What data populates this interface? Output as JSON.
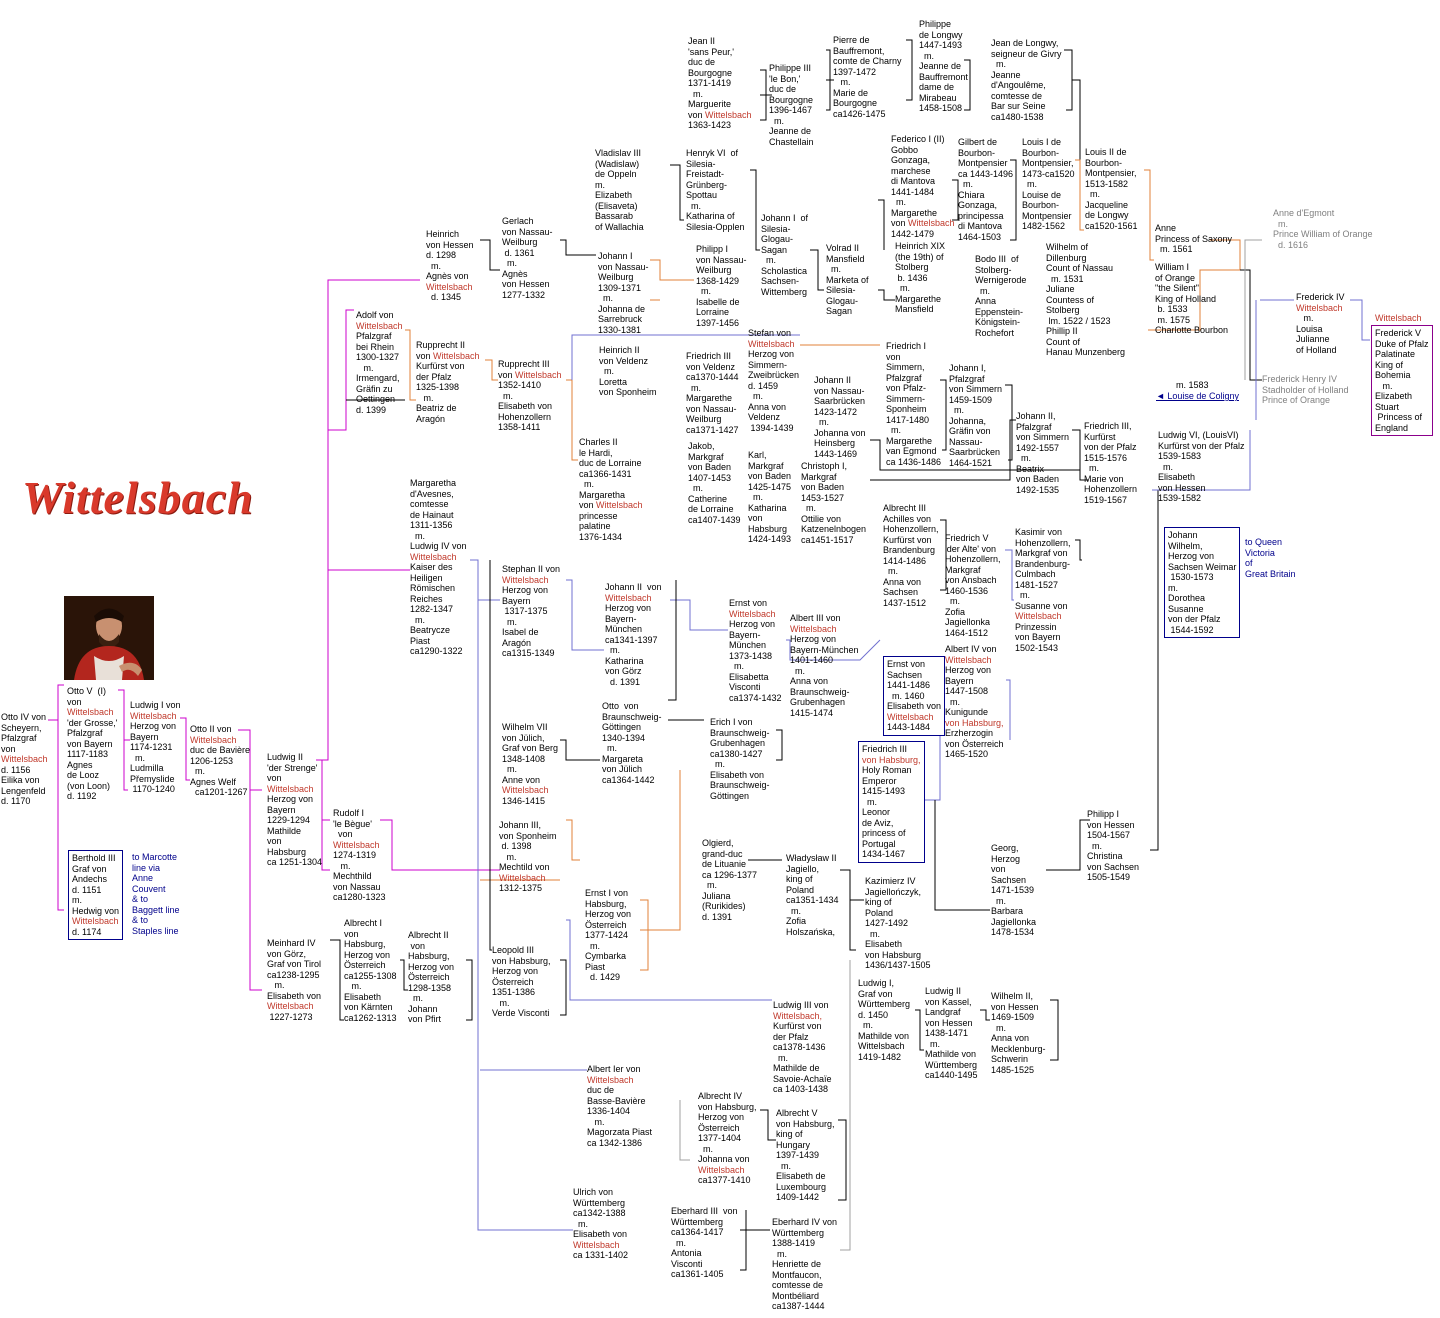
{
  "title": "Wittelsbach",
  "colors": {
    "title": "#d9392b",
    "highlight": "#c0392b",
    "link_blue": "#00008b",
    "line_black": "#000000",
    "line_magenta": "#cc00cc",
    "line_purple": "#7070d0",
    "line_orange": "#e0803a",
    "line_grey": "#a0a0a0"
  },
  "portrait": {
    "alt": "portrait-image"
  },
  "people": [
    {
      "id": "otto4",
      "text": "Otto IV von\nScheyern,\nPfalzgraf\nvon\n{W}\nd. 1156\nEilika von\nLengenfeld\nd. 1170"
    },
    {
      "id": "otto5",
      "text": "Otto V  (I)\nvon\n{W}\n'der Grosse,'\nPfalzgraf\nvon Bayern\n1117-1183\nAgnes\nde Looz\n(von Loon)\nd. 1192"
    },
    {
      "id": "berthold",
      "text": "Berthold III\nGraf von\nAndechs\nd. 1151\nm.\nHedwig von\n{W}\nd. 1174"
    },
    {
      "id": "marcotte",
      "text": "to Marcotte\nline via\nAnne\nCouvent\n& to\nBaggett line\n& to\nStaples line"
    },
    {
      "id": "ludwig1",
      "text": "Ludwig I von\n{W}\nHerzog von\nBayern\n1174-1231\n  m.\nLudmilla\nPřemyslide\n 1170-1240"
    },
    {
      "id": "otto2",
      "text": "Otto II von\n{W}\nduc de Bavière\n1206-1253\n  m.\nAgnes Welf\n  ca1201-1267"
    },
    {
      "id": "ludwig2",
      "text": "Ludwig II\n'der Strenge'\nvon\n{W}\nHerzog von\nBayern\n1229-1294\nMathilde\nvon\nHabsburg\nca 1251-1304"
    },
    {
      "id": "meinhard",
      "text": "Meinhard IV\nvon Görz,\nGraf von Tirol\nca1238-1295\n   m.\nElisabeth von\n{W}\n 1227-1273"
    },
    {
      "id": "rudolf1",
      "text": "Rudolf I\n'le Bègue'\n  von\n{W}\n1274-1319\n   m.\nMechthild\nvon Nassau\nca1280-1323"
    },
    {
      "id": "adolf",
      "text": "Adolf von\n{W}\nPfalzgraf\nbei Rhein\n1300-1327\n   m.\nIrmengard,\nGräfin zu\nOettingen\nd. 1399"
    },
    {
      "id": "heinrich_hessen",
      "text": "Heinrich\nvon Hessen\nd. 1298\n  m.\nAgnès von\n{W}\n  d. 1345"
    },
    {
      "id": "gerlach",
      "text": "Gerlach\nvon Nassau-\nWeilburg\n d. 1361\n  m.\nAgnès\nvon Hessen\n1277-1332"
    },
    {
      "id": "rupprecht2",
      "text": "Rupprecht II\nvon {W}\nKurfürst von\nder Pfalz\n1325-1398\n   m.\nBeatriz de\nAragón"
    },
    {
      "id": "rupprecht3",
      "text": "Rupprecht III\nvon {W}\n1352-1410\n  m.\nElisabeth von\nHohenzollern\n1358-1411"
    },
    {
      "id": "margaretha_av",
      "text": "Margaretha\nd'Avesnes,\ncomtesse\nde Hainaut\n1311-1356\n  m.\nLudwig IV von\n{W}\nKaiser des\nHeiligen\nRömischen\nReiches\n1282-1347\n  m.\nBeatrycze\nPiast\nca1290-1322"
    },
    {
      "id": "stephan2",
      "text": "Stephan II von\n{W}\nHerzog von\nBayern\n 1317-1375\n  m.\nIsabel de\nAragón\nca1315-1349"
    },
    {
      "id": "albrecht1",
      "text": "Albrecht I\nvon\nHabsburg,\nHerzog von\nÖsterreich\nca1255-1308\n   m.\nElisabeth\nvon Kärnten\nca1262-1313"
    },
    {
      "id": "albrecht2",
      "text": "Albrecht II\n von\nHabsburg,\nHerzog von\nÖsterreich\n1298-1358\n  m.\nJohann\nvon Pfirt"
    },
    {
      "id": "leopold3",
      "text": "Leopold III\nvon Habsburg,\nHerzog von\nÖsterreich\n1351-1386\n   m.\nVerde Visconti"
    },
    {
      "id": "wilhelm7",
      "text": "Wilhelm VII\nvon Jülich,\nGraf von Berg\n1348-1408\n  m.\nAnne von\n{W}\n1346-1415"
    },
    {
      "id": "johann3",
      "text": "Johann III,\nvon Sponheim\n d. 1398\n   m.\nMechtild von\n{W}\n1312-1375"
    },
    {
      "id": "vladislav3",
      "text": "Vladislav III\n(Wadislaw)\nde Oppeln\nm.\nElizabeth\n(Elisaveta)\nBassarab\nof Wallachia"
    },
    {
      "id": "johann1_nassau",
      "text": "Johann I\nvon Nassau-\nWeilburg\n1309-1371\n  m.\nJohanna de\nSarrebruck\n1330-1381"
    },
    {
      "id": "heinrich2_veldenz",
      "text": "Heinrich II\nvon Veldenz\n  m.\nLoretta\nvon Sponheim"
    },
    {
      "id": "charles2",
      "text": "Charles II\nle Hardi,\nduc de Lorraine\nca1366-1431\n  m.\nMargaretha\nvon {W}\nprincesse\npalatine\n1376-1434"
    },
    {
      "id": "johann2_bayern",
      "text": "Johann II  von\n{W}\nHerzog von\nBayern-\nMünchen\nca1341-1397\n  m.\nKatharina\nvon Görz\n  d. 1391"
    },
    {
      "id": "otto_braun",
      "text": "Otto  von\nBraunschweig-\nGöttingen\n1340-1394\n  m.\nMargareta\nvon Jülich\nca1364-1442"
    },
    {
      "id": "ernst1_habs",
      "text": "Ernst I von\nHabsburg,\nHerzog von\nÖsterreich\n1377-1424\n  m.\nCymbarka\nPiast\n  d. 1429"
    },
    {
      "id": "albert1",
      "text": "Albert Ier von\n{W}\nduc de\nBasse-Bavière\n1336-1404\n   m.\nMagorzata Piast\nca 1342-1386"
    },
    {
      "id": "ulrich",
      "text": "Ulrich von\nWürttemberg\nca1342-1388\n  m.\nElisabeth von\n{W}\nca 1331-1402"
    },
    {
      "id": "jean2",
      "text": "Jean II\n'sans Peur,'\nduc de\nBourgogne\n1371-1419\n  m.\nMarguerite\nvon {W}\n1363-1423"
    },
    {
      "id": "philippe3",
      "text": "Philippe III\n'le Bon,'\nduc de\nBourgogne\n1396-1467\n  m.\nJeanne de\nChastellain"
    },
    {
      "id": "henryk6",
      "text": "Henryk VI  of\nSilesia-\nFreistadt-\nGrünberg-\nSpottau\n  m.\nKatharina of\nSilesia-Opplen"
    },
    {
      "id": "philipp1_nassau",
      "text": "Philipp I\nvon Nassau-\nWeilburg\n1368-1429\n  m.\nIsabelle de\nLorraine\n1397-1456"
    },
    {
      "id": "friedrich3_veldenz",
      "text": "Friedrich III\nvon Veldenz\nca1370-1444\n  m.\nMargarethe\nvon Nassau-\nWeilburg\nca1371-1427"
    },
    {
      "id": "jakob",
      "text": "Jakob,\nMarkgraf\nvon Baden\n1407-1453\n  m.\nCatherine\nde Lorraine\nca1407-1439"
    },
    {
      "id": "ernst_bayern",
      "text": "Ernst von\n{W}\nHerzog von\nBayern-\nMünchen\n1373-1438\n  m.\nElisabetta\nVisconti\nca1374-1432"
    },
    {
      "id": "erich1",
      "text": "Erich I von\nBraunschweig-\nGrubenhagen\nca1380-1427\n  m.\nElisabeth von\nBraunschweig-\nGöttingen"
    },
    {
      "id": "olgierd",
      "text": "Olgierd,\ngrand-duc\nde Lituanie\nca 1296-1377\n  m.\nJuliana\n(Rurikides)\nd. 1391"
    },
    {
      "id": "ludwig3",
      "text": "Ludwig III von\n{W2}\nKurfürst von\nder Pfalz\nca1378-1436\n  m.\nMathilde de\nSavoie-Achaïe\nca 1403-1438"
    },
    {
      "id": "albrecht4",
      "text": "Albrecht IV\nvon Habsburg,\nHerzog von\nÖsterreich\n1377-1404\n  m.\nJohanna von\n{W}\nca1377-1410"
    },
    {
      "id": "eberhard3",
      "text": "Eberhard III  von\nWürttemberg\nca1364-1417\n  m.\nAntonia\nVisconti\nca1361-1405"
    },
    {
      "id": "pierre",
      "text": "Pierre de\nBauffremont,\ncomte de Charny\n1397-1472\n   m.\nMarie de\nBourgogne\nca1426-1475"
    },
    {
      "id": "johann1_silesia",
      "text": "Johann I  of\nSilesia-\nGlogau-\nSagan\n  m.\nScholastica\nSachsen-\nWittemberg"
    },
    {
      "id": "stefan",
      "text": "Stefan von\n{W}\nHerzog von\nSimmern-\nZweibrücken\nd. 1459\n  m.\nAnna von\nVeldenz\n 1394-1439"
    },
    {
      "id": "karl_baden",
      "text": "Karl,\nMarkgraf\nvon Baden\n1425-1475\n  m.\nKatharina\nvon\nHabsburg\n1424-1493"
    },
    {
      "id": "albert3",
      "text": "Albert III von\n{W}\nHerzog von\nBayern-München\n1401-1460\n  m.\nAnna von\nBraunschweig-\nGrubenhagen\n1415-1474"
    },
    {
      "id": "wladyslaw2",
      "text": "Władysław II\nJagiello,\nking of\nPoland\nca1351-1434\n  m.\nZofia\nHolszańska,"
    },
    {
      "id": "albrecht5",
      "text": "Albrecht V\nvon Habsburg,\nking of\nHungary\n1397-1439\n  m.\nElisabeth de\nLuxembourg\n1409-1442"
    },
    {
      "id": "eberhard4",
      "text": "Eberhard IV von\nWürttemberg\n1388-1419\n  m.\nHenriette de\nMontfaucon,\ncomtesse de\nMontbéliard\nca1387-1444"
    },
    {
      "id": "volrad",
      "text": "Volrad II\nMansfield\n  m.\nMarketa of\nSilesia-\nGlogau-\nSagan"
    },
    {
      "id": "johann2_nassau",
      "text": "Johann II\nvon Nassau-\nSaarbrücken\n1423-1472\n  m.\nJohanna von\nHeinsberg\n1443-1469"
    },
    {
      "id": "christoph",
      "text": "Christoph I,\nMarkgraf\nvon Baden\n1453-1527\n  m.\nOttilie von\nKatzenelnbogen\nca1451-1517"
    },
    {
      "id": "ernst_sachsen",
      "text": "Ernst von\nSachsen\n1441-1486\n  m. 1460\nElisabeth von\n{W}\n1443-1484"
    },
    {
      "id": "friedrich3_habs",
      "text": "Friedrich III\n{H}\nHoly Roman\nEmperor\n1415-1493\n  m.\nLeonor\nde Aviz,\nprincess of\nPortugal\n1434-1467"
    },
    {
      "id": "kazimierz",
      "text": "Kazimierz IV\nJagiellończyk,\nking of\nPoland\n1427-1492\n  m.\nElisabeth\nvon Habsburg\n1436/1437-1505"
    },
    {
      "id": "ludwig1_wurt",
      "text": "Ludwig I,\nGraf von\nWürttemberg\nd. 1450\n  m.\nMathilde von\nWittelsbach\n1419-1482"
    },
    {
      "id": "philippe_longwy",
      "text": "Philippe\nde Longwy\n1447-1493\n  m.\nJeanne de\nBauffremont\ndame de\nMirabeau\n1458-1508"
    },
    {
      "id": "federico",
      "text": "Federico I (II)\nGobbo\nGonzaga,\nmarchese\ndi Mantova\n1441-1484\n  m.\nMargarethe\nvon {W}\n1442-1479"
    },
    {
      "id": "heinrich19",
      "text": "Heinrich XIX\n(the 19th) of\nStolberg\n b. 1436\n  m.\nMargarethe\nMansfield"
    },
    {
      "id": "friedrich1_simmern",
      "text": "Friedrich I\nvon\nSimmern,\nPfalzgraf\nvon Pfalz-\nSimmern-\nSponheim\n1417-1480\n  m.\nMargarethe\nvan Egmond\nca 1436-1486"
    },
    {
      "id": "albrecht3_hohen",
      "text": "Albrecht III\nAchilles von\nHohenzollern,\nKurfürst von\nBrandenburg\n1414-1486\n  m.\nAnna von\nSachsen\n1437-1512"
    },
    {
      "id": "friedrich5_hohen",
      "text": "Friedrich V\n'der Alte' von\nHohenzollern,\nMarkgraf\nvon Ansbach\n1460-1536\n  m.\nZofia\nJagiellonka\n1464-1512"
    },
    {
      "id": "albert4",
      "text": "Albert IV von\n{W}\nHerzog von\nBayern\n1447-1508\n  m.\nKunigunde\n{H}\nErzherzogin\nvon Österreich\n1465-1520"
    },
    {
      "id": "ludwig2_kassel",
      "text": "Ludwig II\nvon Kassel,\nLandgraf\nvon Hessen\n1438-1471\n  m.\nMathilde von\nWürttemberg\nca1440-1495"
    },
    {
      "id": "gilbert",
      "text": "Gilbert de\nBourbon-\nMontpensier\nca 1443-1496\n  m.\nChiara\nGonzaga,\nprincipessa\ndi Mantova\n1464-1503"
    },
    {
      "id": "bodo",
      "text": "Bodo III  of\nStolberg-\nWernigerode\n  m.\nAnna\nEppenstein-\nKönigstein-\nRochefort"
    },
    {
      "id": "johann1_pfalz",
      "text": "Johann I,\nPfalzgraf\nvon Simmern\n1459-1509\n  m.\nJohanna,\nGräfin von\nNassau-\nSaarbrücken\n1464-1521"
    },
    {
      "id": "kasimir",
      "text": "Kasimir von\nHohenzollern,\nMarkgraf von\nBrandenburg-\nCulmbach\n1481-1527\n  m.\nSusanne von\n{W}\nPrinzessin\nvon Bayern\n1502-1543"
    },
    {
      "id": "georg",
      "text": "Georg,\nHerzog\nvon\nSachsen\n1471-1539\n  m.\nBarbara\nJagiellonka\n1478-1534"
    },
    {
      "id": "wilhelm2",
      "text": "Wilhelm II,\nvon Hessen\n1469-1509\n  m.\nAnna von\nMecklenburg-\nSchwerin\n1485-1525"
    },
    {
      "id": "jean_longwy",
      "text": "Jean de Longwy,\nseigneur de Givry\n  m.\nJeanne\nd'Angoulême,\ncomtesse de\nBar sur Seine\nca1480-1538"
    },
    {
      "id": "louis1",
      "text": "Louis I de\nBourbon-\nMontpensier,\n1473-ca1520\n  m.\nLouise de\nBourbon-\nMontpensier\n1482-1562"
    },
    {
      "id": "wilhelm_dill",
      "text": "Wilhelm of\nDillenburg\nCount of Nassau\n  m. 1531\nJuliane\nCountess of\nStolberg\n lm. 1522 / 1523\nPhillip II\nCount of\nHanau Munzenberg"
    },
    {
      "id": "johann2_simmern",
      "text": "Johann II,\nPfalzgraf\nvon Simmern\n1492-1557\n  m.\nBeatrix\nvon Baden\n1492-1535"
    },
    {
      "id": "philipp1_hessen",
      "text": "Philipp I\nvon Hessen\n1504-1567\n  m.\nChristina\nvon Sachsen\n1505-1549"
    },
    {
      "id": "louis2",
      "text": "Louis II de\nBourbon-\nMontpensier,\n1513-1582\n  m.\nJacqueline\nde Longwy\nca1520-1561"
    },
    {
      "id": "friedrich3_pfalz",
      "text": "Friedrich III,\nKurfürst\nvon der Pfalz\n1515-1576\n  m.\nMarie von\nHohenzollern\n1519-1567"
    },
    {
      "id": "anne_saxony",
      "text": "Anne\nPrincess of Saxony\n  m. 1561"
    },
    {
      "id": "william1",
      "text": "William I\nof Orange\n\"the Silent\"\nKing of Holland\n b. 1533\n m. 1575\nCharlotte Bourbon"
    },
    {
      "id": "coligny_m",
      "text": "m. 1583"
    },
    {
      "id": "ludwig6",
      "text": "Ludwig VI, (LouisVI)\nKurfürst von der Pfalz\n1539-1583\n  m.\nElisabeth\nvon Hessen\n1539-1582"
    },
    {
      "id": "johann_wilhelm",
      "text": "Johann\nWilhelm,\nHerzog von\nSachsen Weimar\n 1530-1573\nm.\nDorothea\nSusanne\nvon der Pfalz\n 1544-1592"
    },
    {
      "id": "queen_victoria",
      "text": "to Queen\nVictoria\nof\nGreat Britain"
    },
    {
      "id": "anne_egmont",
      "text": "Anne d'Egmont\n  m.\nPrince William of Orange\n  d. 1616"
    },
    {
      "id": "frederick4",
      "text": "Frederick IV\n{W}\n   m.\nLouisa\nJulianne\nof Holland"
    },
    {
      "id": "frederick_henry",
      "text": "Frederick Henry IV\nStadholder of Holland\nPrince of Orange"
    },
    {
      "id": "w_label",
      "text": "{W}"
    },
    {
      "id": "frederick5",
      "text": "Frederick V\nDuke of Pfalz\nPalatinate\nKing of\nBohemia\n   m.\nElizabeth\nStuart\n Princess of\nEngland"
    }
  ],
  "tokens": {
    "W": "Wittelsbach",
    "W2": "Wittelsbach,",
    "H": "von Habsburg,"
  },
  "louise_link": "Louise de Coligny"
}
